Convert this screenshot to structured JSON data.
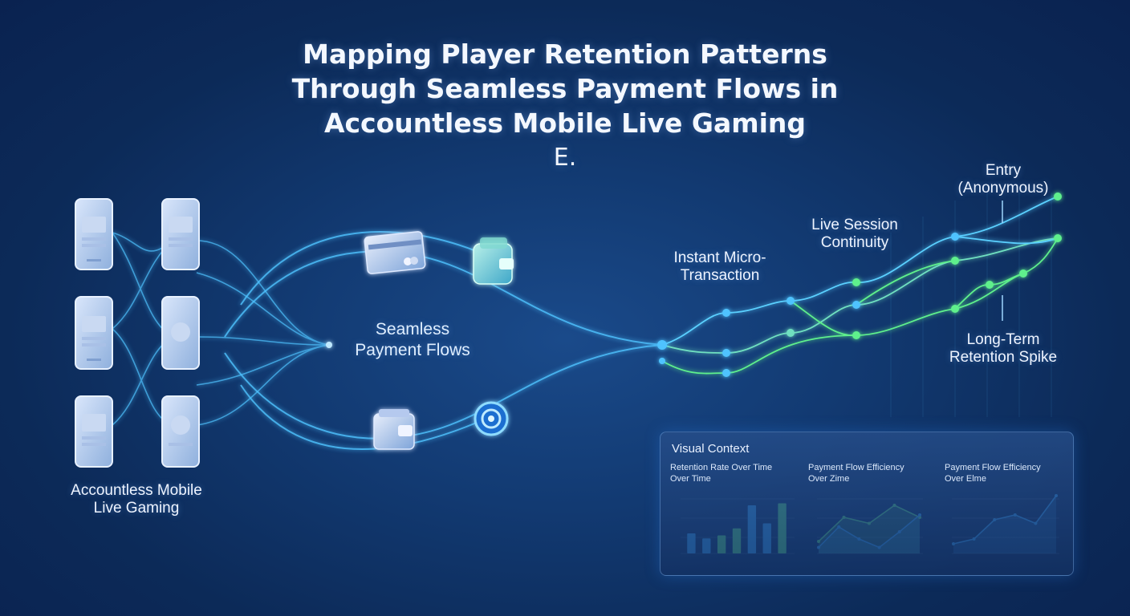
{
  "title": {
    "line1": "Mapping Player Retention Patterns",
    "line2": "Through Seamless Payment Flows in",
    "line3": "Accountless Mobile Live Gaming",
    "line4": "E."
  },
  "left_label": {
    "line1": "Accountless Mobile",
    "line2": "Live Gaming"
  },
  "center_label": {
    "line1": "Seamless",
    "line2": "Payment Flows"
  },
  "stages": {
    "micro": {
      "line1": "Instant Micro-",
      "line2": "Transaction"
    },
    "session": {
      "line1": "Live Session",
      "line2": "Continuity"
    },
    "entry": {
      "line1": "Entry",
      "line2": "(Anonymous)"
    },
    "spike": {
      "line1": "Long-Term",
      "line2": "Retention Spike"
    }
  },
  "panel": {
    "title": "Visual Context",
    "chart1_title": {
      "line1": "Retention Rate Over Time",
      "line2": "Over Time"
    },
    "chart2_title": {
      "line1": "Payment Flow Efficiency",
      "line2": "Over Zime"
    },
    "chart3_title": {
      "line1": "Payment Flow Efficiency",
      "line2": "Over Elme"
    }
  },
  "icons": [
    "phone-icon",
    "credit-card-icon",
    "wallet-icon",
    "coin-icon"
  ],
  "colors": {
    "accent_blue": "#4fc3ff",
    "accent_green": "#5ef08c",
    "background": "#0f3266"
  },
  "chart_data": [
    {
      "type": "bar",
      "values": [
        20,
        15,
        18,
        25,
        48,
        30,
        50
      ],
      "colors": [
        "#3aa8ff",
        "#3aa8ff",
        "#5ee08c",
        "#5ee08c",
        "#3aa8ff",
        "#3aa8ff",
        "#5ee08c"
      ],
      "ylim": [
        0,
        60
      ]
    },
    {
      "type": "area",
      "series": [
        {
          "values": [
            10,
            30,
            25,
            40,
            30
          ],
          "color": "#5ee08c"
        },
        {
          "values": [
            5,
            22,
            12,
            5,
            18,
            32
          ],
          "color": "#3aa8ff"
        }
      ],
      "ylim": [
        0,
        50
      ]
    },
    {
      "type": "area",
      "series": [
        {
          "values": [
            8,
            12,
            28,
            32,
            25,
            48
          ],
          "color": "#3aa8ff"
        }
      ],
      "ylim": [
        0,
        50
      ]
    }
  ]
}
